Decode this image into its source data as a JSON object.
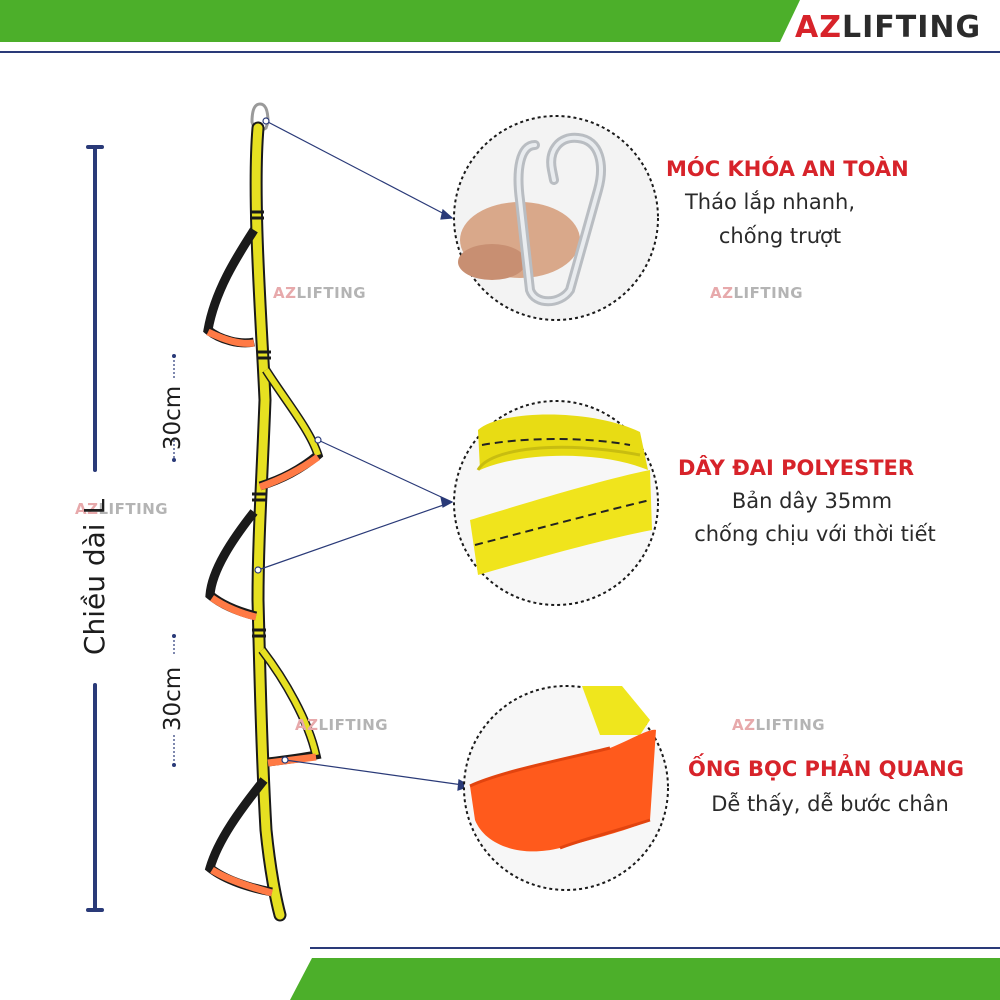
{
  "brand": {
    "prefix": "AZ",
    "suffix": "LIFTING"
  },
  "watermark": {
    "prefix": "AZ",
    "suffix": "LIFTING"
  },
  "dimensions": {
    "total_length_label": "Chiều dài L",
    "step_spacing_label": "30cm"
  },
  "features": [
    {
      "title": "MÓC KHÓA AN TOÀN",
      "desc_line1": "Tháo lắp nhanh,",
      "desc_line2": "chống trượt",
      "icon": "carabiner-icon"
    },
    {
      "title": "DÂY ĐAI POLYESTER",
      "desc_line1": "Bản dây 35mm",
      "desc_line2": "chống chịu với thời tiết",
      "icon": "webbing-roll-icon"
    },
    {
      "title": "ỐNG BỌC PHẢN QUANG",
      "desc_line1": "Dễ thấy, dễ bước chân",
      "icon": "reflective-sleeve-icon"
    }
  ],
  "colors": {
    "banner_green": "#4caf2a",
    "line_navy": "#2a3a78",
    "title_red": "#d7232a",
    "webbing_yellow": "#e6e021",
    "sleeve_orange": "#ff5a1c"
  }
}
